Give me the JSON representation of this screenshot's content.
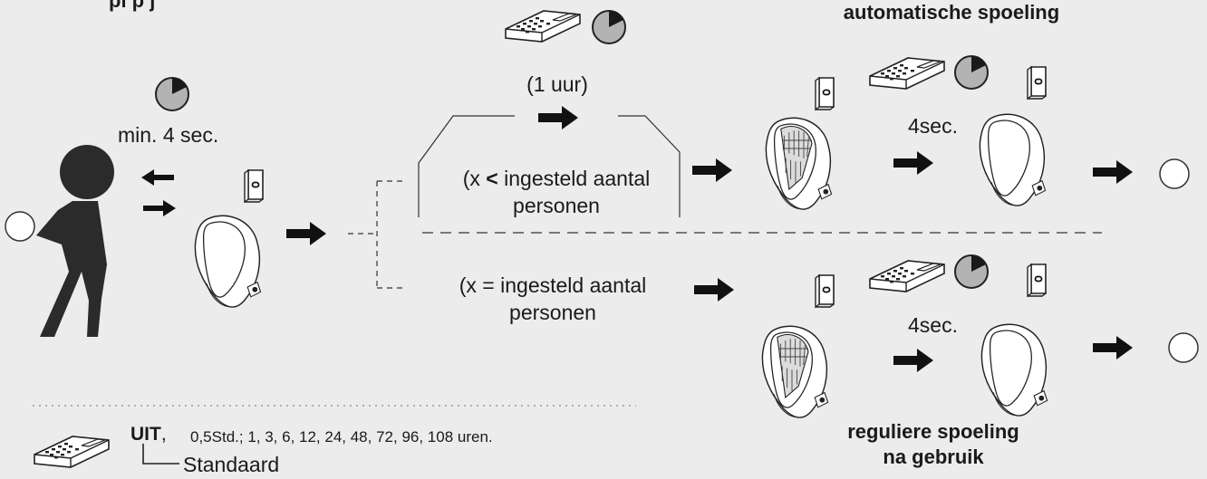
{
  "labels": {
    "title_fragment": "pl       p       j",
    "automatic_heading": "automatische spoeling",
    "min_duration": "min. 4 sec.",
    "interval": "(1 uur)",
    "cond_less_prefix": "(x",
    "cond_less_symbol": "<",
    "cond_less_suffix": "ingesteld aantal",
    "cond_persons": "personen",
    "cond_equal": "(x =  ingesteld aantal",
    "cond_persons_2": "personen",
    "flush_time_top": "4sec.",
    "flush_time_bottom": "4sec.",
    "regular_heading_1": "reguliere spoeling",
    "regular_heading_2": "na gebruik"
  },
  "legend": {
    "off": "UIT",
    "comma": ",",
    "options": "0,5Std.; 1, 3, 6, 12, 24, 48, 72, 96, 108 uren.",
    "standard": "Standaard"
  },
  "icons": [
    "remote-control-icon",
    "timer-icon",
    "sensor-icon",
    "urinal-icon",
    "urinal-spraying-icon",
    "arrow-right-icon",
    "arrow-left-icon"
  ],
  "colors": {
    "background": "#ececec",
    "figure": "#2b2b2b",
    "timer_fill": "#b3b3b3"
  }
}
